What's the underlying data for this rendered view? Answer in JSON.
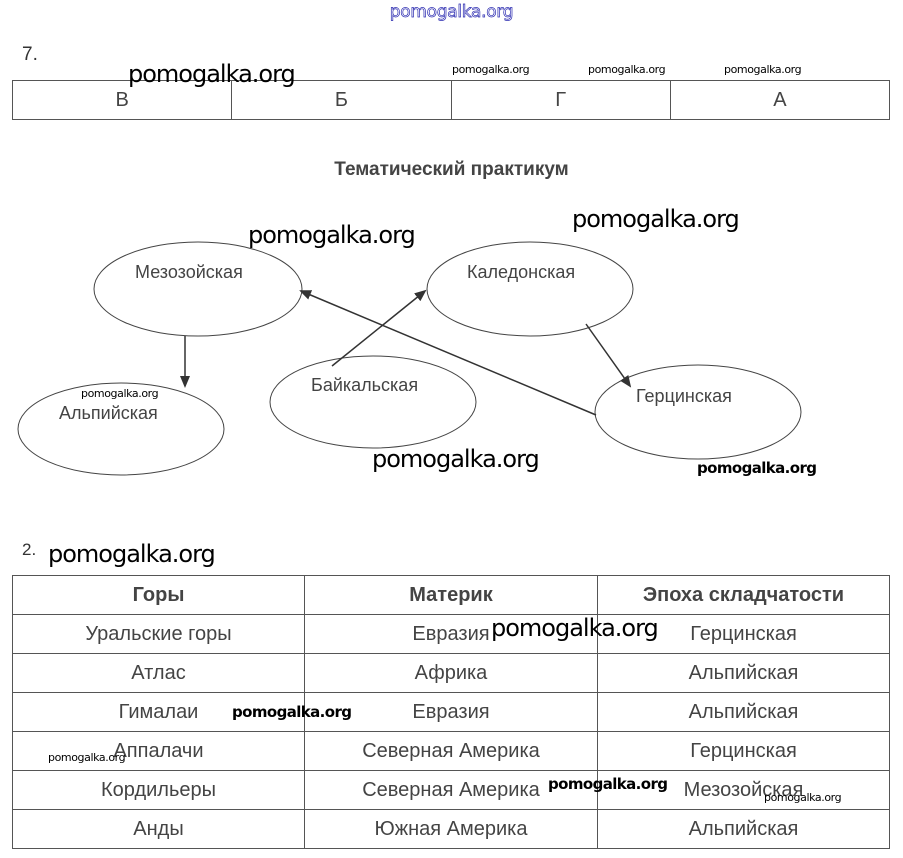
{
  "watermark": "pomogalka.org",
  "section7": {
    "number": "7.",
    "answers": [
      "В",
      "Б",
      "Г",
      "А"
    ]
  },
  "section_title": "Тематический практикум",
  "diagram": {
    "nodes": {
      "mesozoic": "Мезозойская",
      "caledonian": "Каледонская",
      "alpine": "Альпийская",
      "baikal": "Байкальская",
      "hercynian": "Герцинская"
    },
    "arrows": [
      {
        "from": "mesozoic",
        "to": "alpine"
      },
      {
        "from": "baikal",
        "to": "caledonian"
      },
      {
        "from": "caledonian",
        "to": "hercynian"
      },
      {
        "from": "hercynian",
        "to": "mesozoic"
      }
    ]
  },
  "section2": {
    "number": "2.",
    "headers": [
      "Горы",
      "Материк",
      "Эпоха складчатости"
    ],
    "rows": [
      [
        "Уральские горы",
        "Евразия",
        "Герцинская"
      ],
      [
        "Атлас",
        "Африка",
        "Альпийская"
      ],
      [
        "Гималаи",
        "Евразия",
        "Альпийская"
      ],
      [
        "Аппалачи",
        "Северная Америка",
        "Герцинская"
      ],
      [
        "Кордильеры",
        "Северная Америка",
        "Мезозойская"
      ],
      [
        "Анды",
        "Южная Америка",
        "Альпийская"
      ]
    ]
  }
}
